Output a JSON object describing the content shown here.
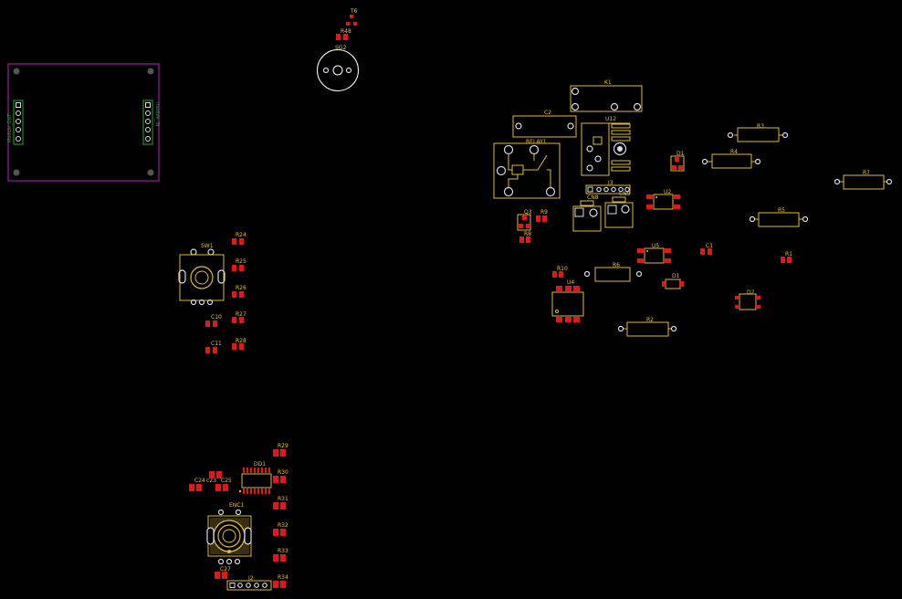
{
  "board": {
    "background": "#000000",
    "silkscreen_color": "#e0bd2a",
    "pad_color": "#e01818",
    "hole_color": "#d8d8e8",
    "module_outline_color": "#c020c0",
    "connector_color": "#22aa22"
  },
  "labels": {
    "T6": "T6",
    "R48": "R48",
    "SG2": "SG2",
    "K1": "K1",
    "C2": "C2",
    "U12": "U12",
    "RELAY1": "RELAY1",
    "R3": "R3",
    "R4": "R4",
    "R7": "R7",
    "R5": "R5",
    "D1a": "D1",
    "J3": "J3",
    "CN8": "CN8",
    "CN9": "CN9",
    "U2": "U2",
    "Q3": "Q3",
    "R9": "R9",
    "R8": "R8",
    "C1": "C1",
    "R1": "R1",
    "U5": "U5",
    "R6": "R6",
    "R10": "R10",
    "D1b": "D1",
    "D2": "D2",
    "U4": "U4",
    "R2": "R2",
    "SW1": "SW1",
    "R24": "R24",
    "R25": "R25",
    "R26": "R26",
    "R27": "R27",
    "R28": "R28",
    "C10": "C10",
    "C11": "C11",
    "R29": "R29",
    "R30": "R30",
    "R31": "R31",
    "R32": "R32",
    "R33": "R33",
    "R34": "R34",
    "DD1": "DD1",
    "C24": "C24",
    "C23": "c23",
    "C25": "C25",
    "ENC1": "ENC1",
    "C27": "C27",
    "J2": "J2",
    "module_left": "Module_OUT",
    "module_right": "module_IN"
  }
}
